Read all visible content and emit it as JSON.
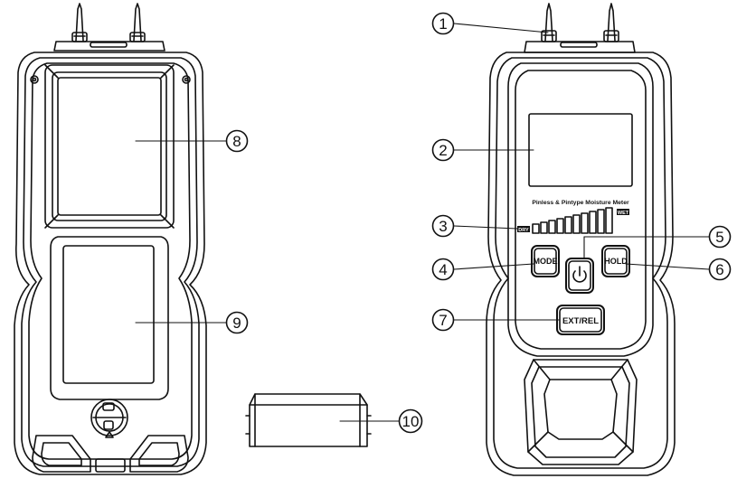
{
  "device_text": {
    "product_label": "Pinless & Pintype Moisture Meter",
    "dry_label": "DRY",
    "wet_label": "WET",
    "mode_button": "MODE",
    "hold_button": "HOLD",
    "ext_rel_button": "EXT/REL"
  },
  "callouts": [
    {
      "number": "1"
    },
    {
      "number": "2"
    },
    {
      "number": "3"
    },
    {
      "number": "4"
    },
    {
      "number": "5"
    },
    {
      "number": "6"
    },
    {
      "number": "7"
    },
    {
      "number": "8"
    },
    {
      "number": "9"
    },
    {
      "number": "10"
    }
  ]
}
